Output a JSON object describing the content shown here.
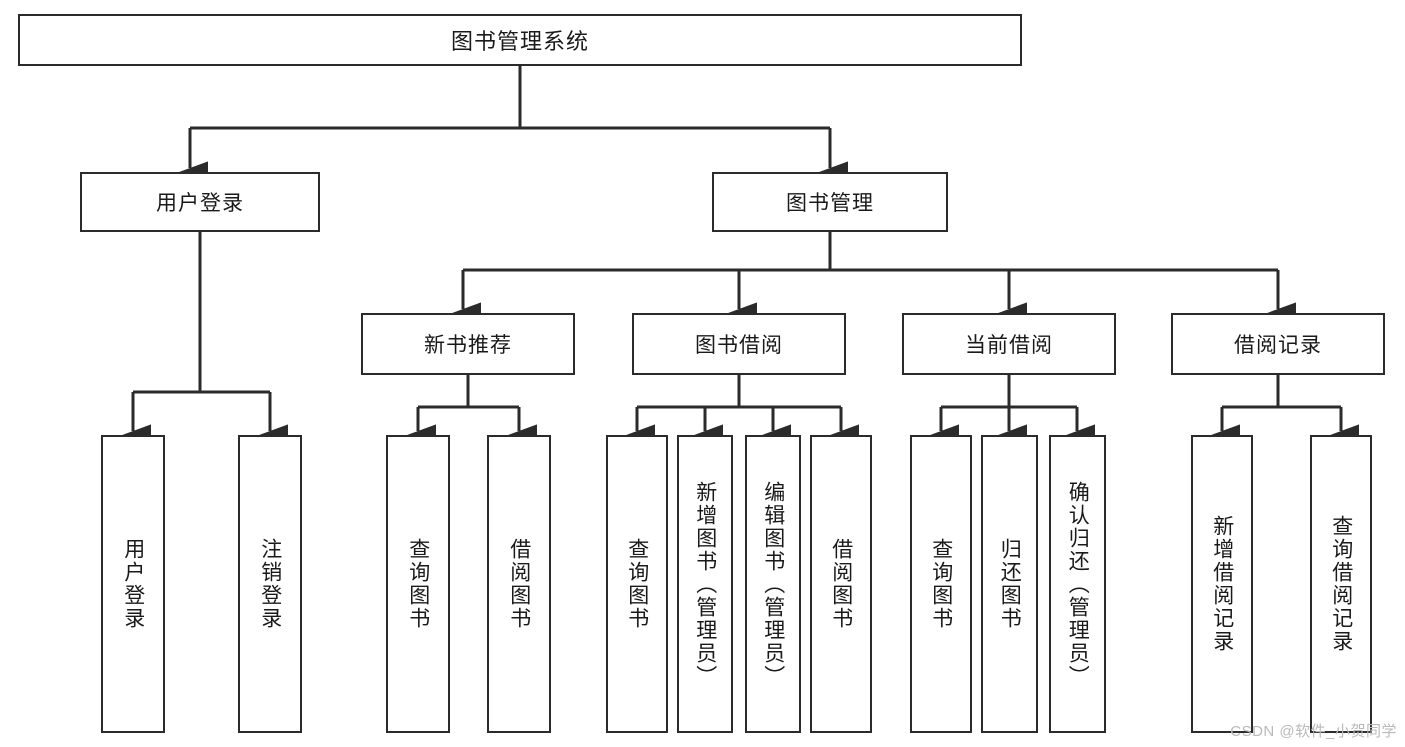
{
  "diagram": {
    "type": "tree",
    "title": "图书管理系统",
    "watermark": "CSDN @软件_小贺同学",
    "root": {
      "id": "root",
      "label": "图书管理系统"
    },
    "level2": [
      {
        "id": "user-login",
        "label": "用户登录"
      },
      {
        "id": "book-management",
        "label": "图书管理"
      }
    ],
    "level3": [
      {
        "id": "new-book-recommend",
        "label": "新书推荐",
        "parent": "book-management"
      },
      {
        "id": "book-borrow",
        "label": "图书借阅",
        "parent": "book-management"
      },
      {
        "id": "current-borrow",
        "label": "当前借阅",
        "parent": "book-management"
      },
      {
        "id": "borrow-record",
        "label": "借阅记录",
        "parent": "book-management"
      }
    ],
    "leaves": [
      {
        "id": "leaf-user-login",
        "label": "用户登录",
        "parent": "user-login"
      },
      {
        "id": "leaf-logout-login",
        "label": "注销登录",
        "parent": "user-login"
      },
      {
        "id": "leaf-query-book-1",
        "label": "查询图书",
        "parent": "new-book-recommend"
      },
      {
        "id": "leaf-borrow-book-1",
        "label": "借阅图书",
        "parent": "new-book-recommend"
      },
      {
        "id": "leaf-query-book-2",
        "label": "查询图书",
        "parent": "book-borrow"
      },
      {
        "id": "leaf-add-book",
        "label": "新增图书（管理员）",
        "parent": "book-borrow"
      },
      {
        "id": "leaf-edit-book",
        "label": "编辑图书（管理员）",
        "parent": "book-borrow"
      },
      {
        "id": "leaf-borrow-book-2",
        "label": "借阅图书",
        "parent": "book-borrow"
      },
      {
        "id": "leaf-query-book-3",
        "label": "查询图书",
        "parent": "current-borrow"
      },
      {
        "id": "leaf-return-book",
        "label": "归还图书",
        "parent": "current-borrow"
      },
      {
        "id": "leaf-confirm-return",
        "label": "确认归还（管理员）",
        "parent": "current-borrow"
      },
      {
        "id": "leaf-add-record",
        "label": "新增借阅记录",
        "parent": "borrow-record"
      },
      {
        "id": "leaf-query-record",
        "label": "查询借阅记录",
        "parent": "borrow-record"
      }
    ],
    "colors": {
      "stroke": "#2b2b2b",
      "fill": "#ffffff",
      "text": "#1a1a1a",
      "watermark": "#b9b9b9"
    }
  }
}
